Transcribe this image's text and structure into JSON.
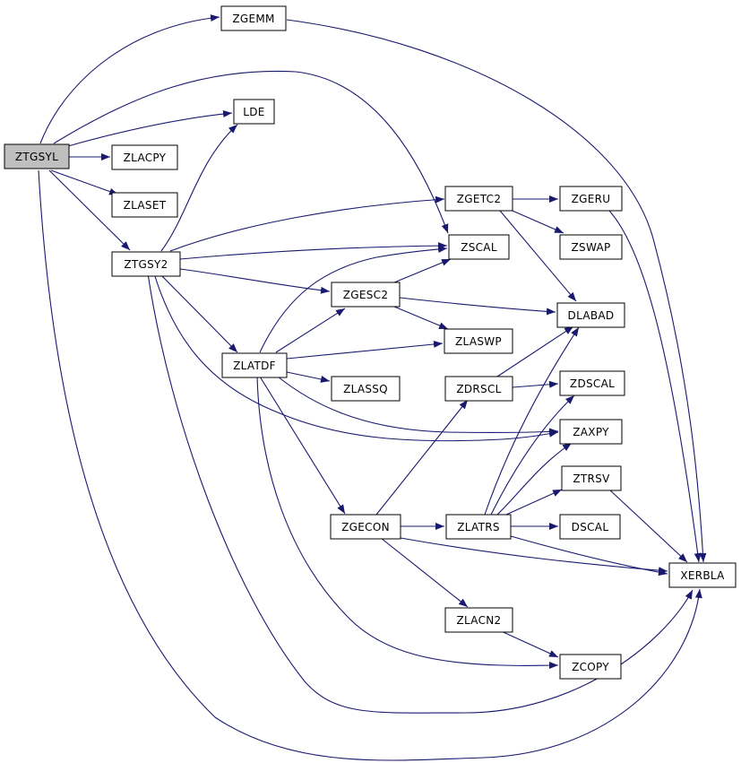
{
  "graph": {
    "edge_color": "#191970",
    "root_fill": "#bfbfbf",
    "nodes": [
      {
        "id": "ZTGSYL",
        "label": "ZTGSYL",
        "root": true
      },
      {
        "id": "ZGEMM",
        "label": "ZGEMM"
      },
      {
        "id": "LDE",
        "label": "LDE"
      },
      {
        "id": "ZLACPY",
        "label": "ZLACPY"
      },
      {
        "id": "ZLASET",
        "label": "ZLASET"
      },
      {
        "id": "ZTGSY2",
        "label": "ZTGSY2"
      },
      {
        "id": "ZGETC2",
        "label": "ZGETC2"
      },
      {
        "id": "ZGERU",
        "label": "ZGERU"
      },
      {
        "id": "ZSCAL",
        "label": "ZSCAL"
      },
      {
        "id": "ZSWAP",
        "label": "ZSWAP"
      },
      {
        "id": "ZGESC2",
        "label": "ZGESC2"
      },
      {
        "id": "DLABAD",
        "label": "DLABAD"
      },
      {
        "id": "ZLATDF",
        "label": "ZLATDF"
      },
      {
        "id": "ZLASWP",
        "label": "ZLASWP"
      },
      {
        "id": "ZLASSQ",
        "label": "ZLASSQ"
      },
      {
        "id": "ZDRSCL",
        "label": "ZDRSCL"
      },
      {
        "id": "ZDSCAL",
        "label": "ZDSCAL"
      },
      {
        "id": "ZAXPY",
        "label": "ZAXPY"
      },
      {
        "id": "ZTRSV",
        "label": "ZTRSV"
      },
      {
        "id": "ZGECON",
        "label": "ZGECON"
      },
      {
        "id": "ZLATRS",
        "label": "ZLATRS"
      },
      {
        "id": "DSCAL",
        "label": "DSCAL"
      },
      {
        "id": "XERBLA",
        "label": "XERBLA"
      },
      {
        "id": "ZLACN2",
        "label": "ZLACN2"
      },
      {
        "id": "ZCOPY",
        "label": "ZCOPY"
      }
    ],
    "edges": [
      [
        "ZTGSYL",
        "ZGEMM"
      ],
      [
        "ZTGSYL",
        "LDE"
      ],
      [
        "ZTGSYL",
        "ZLACPY"
      ],
      [
        "ZTGSYL",
        "ZLASET"
      ],
      [
        "ZTGSYL",
        "ZSCAL"
      ],
      [
        "ZTGSYL",
        "ZTGSY2"
      ],
      [
        "ZTGSYL",
        "XERBLA"
      ],
      [
        "ZGEMM",
        "XERBLA"
      ],
      [
        "ZTGSY2",
        "LDE"
      ],
      [
        "ZTGSY2",
        "ZGETC2"
      ],
      [
        "ZTGSY2",
        "ZSCAL"
      ],
      [
        "ZTGSY2",
        "ZGESC2"
      ],
      [
        "ZTGSY2",
        "ZLATDF"
      ],
      [
        "ZTGSY2",
        "ZAXPY"
      ],
      [
        "ZTGSY2",
        "XERBLA"
      ],
      [
        "ZGETC2",
        "ZGERU"
      ],
      [
        "ZGETC2",
        "ZSWAP"
      ],
      [
        "ZGETC2",
        "DLABAD"
      ],
      [
        "ZGERU",
        "XERBLA"
      ],
      [
        "ZGESC2",
        "ZSCAL"
      ],
      [
        "ZGESC2",
        "DLABAD"
      ],
      [
        "ZGESC2",
        "ZLASWP"
      ],
      [
        "ZLATDF",
        "ZSCAL"
      ],
      [
        "ZLATDF",
        "ZGESC2"
      ],
      [
        "ZLATDF",
        "ZLASWP"
      ],
      [
        "ZLATDF",
        "ZLASSQ"
      ],
      [
        "ZLATDF",
        "ZAXPY"
      ],
      [
        "ZLATDF",
        "ZGECON"
      ],
      [
        "ZLATDF",
        "ZCOPY"
      ],
      [
        "ZDRSCL",
        "DLABAD"
      ],
      [
        "ZDRSCL",
        "ZDSCAL"
      ],
      [
        "ZGECON",
        "ZDRSCL"
      ],
      [
        "ZGECON",
        "ZLATRS"
      ],
      [
        "ZGECON",
        "XERBLA"
      ],
      [
        "ZGECON",
        "ZLACN2"
      ],
      [
        "ZLATRS",
        "DLABAD"
      ],
      [
        "ZLATRS",
        "ZDSCAL"
      ],
      [
        "ZLATRS",
        "ZAXPY"
      ],
      [
        "ZLATRS",
        "ZTRSV"
      ],
      [
        "ZLATRS",
        "DSCAL"
      ],
      [
        "ZLATRS",
        "XERBLA"
      ],
      [
        "ZTRSV",
        "XERBLA"
      ],
      [
        "ZLACN2",
        "ZCOPY"
      ]
    ]
  }
}
